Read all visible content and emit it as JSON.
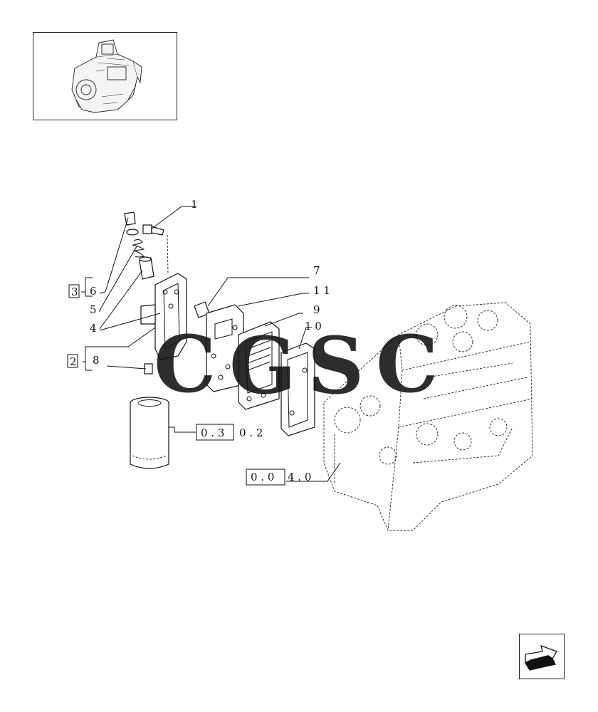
{
  "callouts": {
    "c1": "1",
    "c3": "3",
    "c6": "6",
    "c5": "5",
    "c4": "4",
    "c2": "2",
    "c8": "8",
    "c7": "7",
    "c11": "1 1",
    "c9": "9",
    "c10": "1 0"
  },
  "refs": {
    "ref_0302_boxed": "0 . 3",
    "ref_0302_tail": "0 . 2",
    "ref_0040_boxed": "0 . 0",
    "ref_0040_tail": "4 . 0"
  },
  "watermark": {
    "letters": [
      "C",
      "G",
      "S",
      "C"
    ],
    "colors": [
      "#3b82f6",
      "#ef4444",
      "#facc15",
      "#22a06b"
    ]
  },
  "icons": {
    "thumbnail": "engine-thumbnail-icon",
    "nav": "next-page-arrow-icon"
  }
}
